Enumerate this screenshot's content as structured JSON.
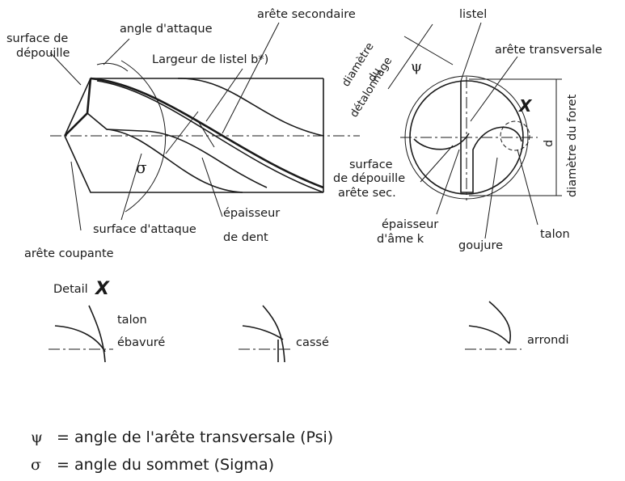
{
  "drill_side": {
    "surface_depouille": [
      "surface de",
      "dépouille"
    ],
    "angle_attaque": "angle d'attaque",
    "arete_secondaire": "arête secondaire",
    "largeur_listel": "Largeur de listel b*)",
    "sigma_symbol": "σ",
    "surface_attaque": "surface d'attaque",
    "epaisseur_dent": [
      "épaisseur",
      "de dent"
    ],
    "arete_coupante": "arête coupante"
  },
  "drill_end": {
    "listel": "listel",
    "diametre_detalonnage": [
      "diamètre",
      "du",
      "détalonnage"
    ],
    "psi_symbol": "ψ",
    "arete_transversale": "arête transversale",
    "x_mark": "X",
    "d_label": "d",
    "diametre_foret": "diamètre du foret",
    "surface_depouille": [
      "surface",
      "de dépouille"
    ],
    "arete_sec": "arête sec.",
    "epaisseur_ame": [
      "épaisseur",
      "d'âme k"
    ],
    "goujure": "goujure",
    "talon": "talon"
  },
  "detail": {
    "title": "Detail",
    "x_mark": "X",
    "items": [
      {
        "label": [
          "talon",
          "ébavuré"
        ]
      },
      {
        "label": [
          "cassé"
        ]
      },
      {
        "label": [
          "arrondi"
        ]
      }
    ]
  },
  "legend": [
    {
      "symbol": "ψ",
      "text": "= angle de l'arête transversale (Psi)"
    },
    {
      "symbol": "σ",
      "text": "= angle du sommet (Sigma)"
    }
  ]
}
